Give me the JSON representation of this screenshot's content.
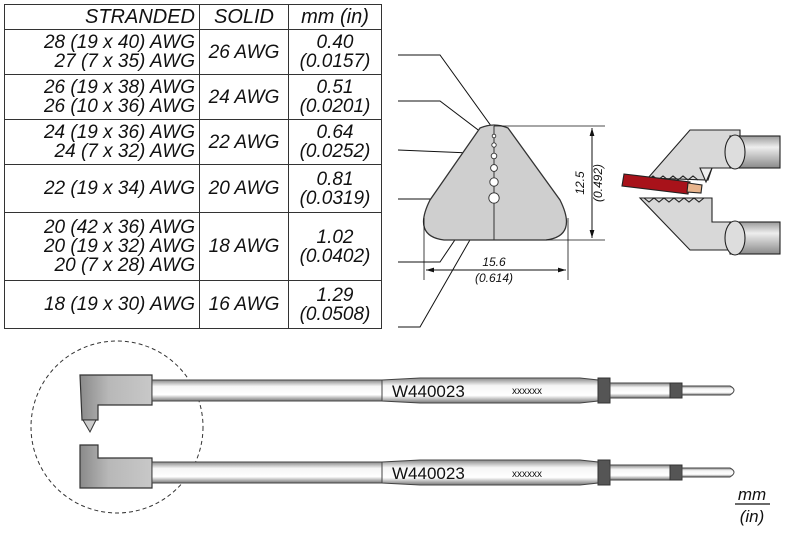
{
  "table": {
    "headers": {
      "stranded": "STRANDED",
      "solid": "SOLID",
      "mm_in": "mm (in)"
    },
    "rows": [
      {
        "stranded": [
          "28 (19 x 40) AWG",
          "27 (7 x 35) AWG"
        ],
        "solid": "26 AWG",
        "mm": "0.40",
        "in": "(0.0157)"
      },
      {
        "stranded": [
          "26 (19 x 38) AWG",
          "26 (10 x 36) AWG"
        ],
        "solid": "24 AWG",
        "mm": "0.51",
        "in": "(0.0201)"
      },
      {
        "stranded": [
          "24 (19 x 36) AWG",
          "24 (7 x 32) AWG"
        ],
        "solid": "22 AWG",
        "mm": "0.64",
        "in": "(0.0252)"
      },
      {
        "stranded": [
          "22 (19 x 34) AWG"
        ],
        "solid": "20 AWG",
        "mm": "0.81",
        "in": "(0.0319)"
      },
      {
        "stranded": [
          "20 (42 x 36) AWG",
          "20 (19 x 32) AWG",
          "20 (7 x 28) AWG"
        ],
        "solid": "18 AWG",
        "mm": "1.02",
        "in": "(0.0402)"
      },
      {
        "stranded": [
          "18 (19 x 30) AWG"
        ],
        "solid": "16 AWG",
        "mm": "1.29",
        "in": "(0.0508)"
      }
    ]
  },
  "blade_profile": {
    "height_mm": "12.5",
    "height_in": "(0.492)",
    "width_mm": "15.6",
    "width_in": "(0.614)"
  },
  "tools": [
    {
      "part_number": "W440023",
      "serial": "xxxxxx"
    },
    {
      "part_number": "W440023",
      "serial": "xxxxxx"
    }
  ],
  "units_legend": {
    "top": "mm",
    "bottom": "(in)"
  },
  "colors": {
    "blade_fill": "#cfcfcf",
    "wire_insulation": "#a8121a",
    "wire_core": "#e8b48c",
    "band": "#555555"
  }
}
